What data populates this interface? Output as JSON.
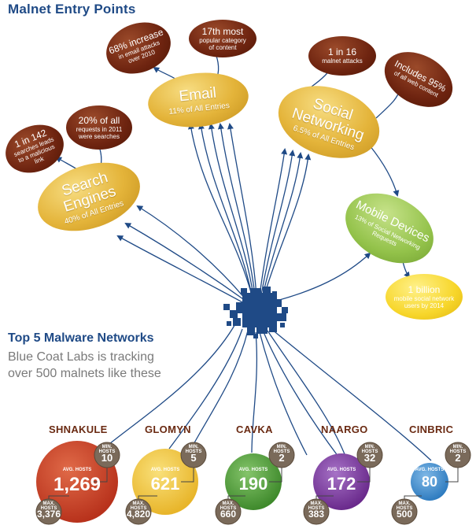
{
  "title": "Malnet Entry Points",
  "networks_heading": "Top 5 Malware Networks",
  "networks_description": [
    "Blue Coat Labs is tracking",
    "over 500 malnets like these"
  ],
  "colors": {
    "title_blue": "#1f4a86",
    "hub_blue": "#1f4a86",
    "entry_gold": "#e4b43a",
    "stat_brown": "#6e2410",
    "mobile_green": "#93c24a",
    "billion_yellow": "#f7d62a",
    "network_name": "#6a2a12"
  },
  "entry_points": {
    "email": {
      "name": "Email",
      "share": "11% of All Entries",
      "facts": [
        [
          "68% increase",
          "in email attacks",
          "over 2010"
        ],
        [
          "17th most",
          "popular category",
          "of content"
        ]
      ]
    },
    "social": {
      "name": [
        "Social",
        "Networking"
      ],
      "share": "6.5% of All Entries",
      "facts": [
        [
          "1 in 16",
          "malnet attacks"
        ],
        [
          "Includes 95%",
          "of all web content"
        ]
      ]
    },
    "search": {
      "name": [
        "Search",
        "Engines"
      ],
      "share": "40% of All Entries",
      "facts": [
        [
          "1 in 142",
          "searches leads",
          "to a malicious",
          "link"
        ],
        [
          "20% of all",
          "requests in 2011",
          "were searches"
        ]
      ]
    },
    "mobile": {
      "name": [
        "Mobile Devices"
      ],
      "share": [
        "13% of Social Networking",
        "Requests"
      ],
      "fact": [
        "1 billion",
        "mobile social network",
        "users by 2014"
      ]
    }
  },
  "stat_labels": {
    "min": [
      "MIN.",
      "HOSTS"
    ],
    "avg": "AVG. HOSTS",
    "max": [
      "MAX.",
      "HOSTS"
    ]
  },
  "networks": [
    {
      "name": "SHNAKULE",
      "avg": "1,269",
      "min": "10",
      "max": "3,376",
      "color": "#b8321c",
      "light": "#e06a48"
    },
    {
      "name": "GLOMYN",
      "avg": "621",
      "min": "5",
      "max": "4,820",
      "color": "#e8b52a",
      "light": "#f9e07a"
    },
    {
      "name": "CAVKA",
      "avg": "190",
      "min": "2",
      "max": "660",
      "color": "#3f8a2c",
      "light": "#84c46a"
    },
    {
      "name": "NAARGO",
      "avg": "172",
      "min": "32",
      "max": "383",
      "color": "#6a2a8c",
      "light": "#a672c6"
    },
    {
      "name": "CINBRIC",
      "avg": "80",
      "min": "2",
      "max": "500",
      "color": "#2f7cc0",
      "light": "#7fb8e6"
    }
  ]
}
